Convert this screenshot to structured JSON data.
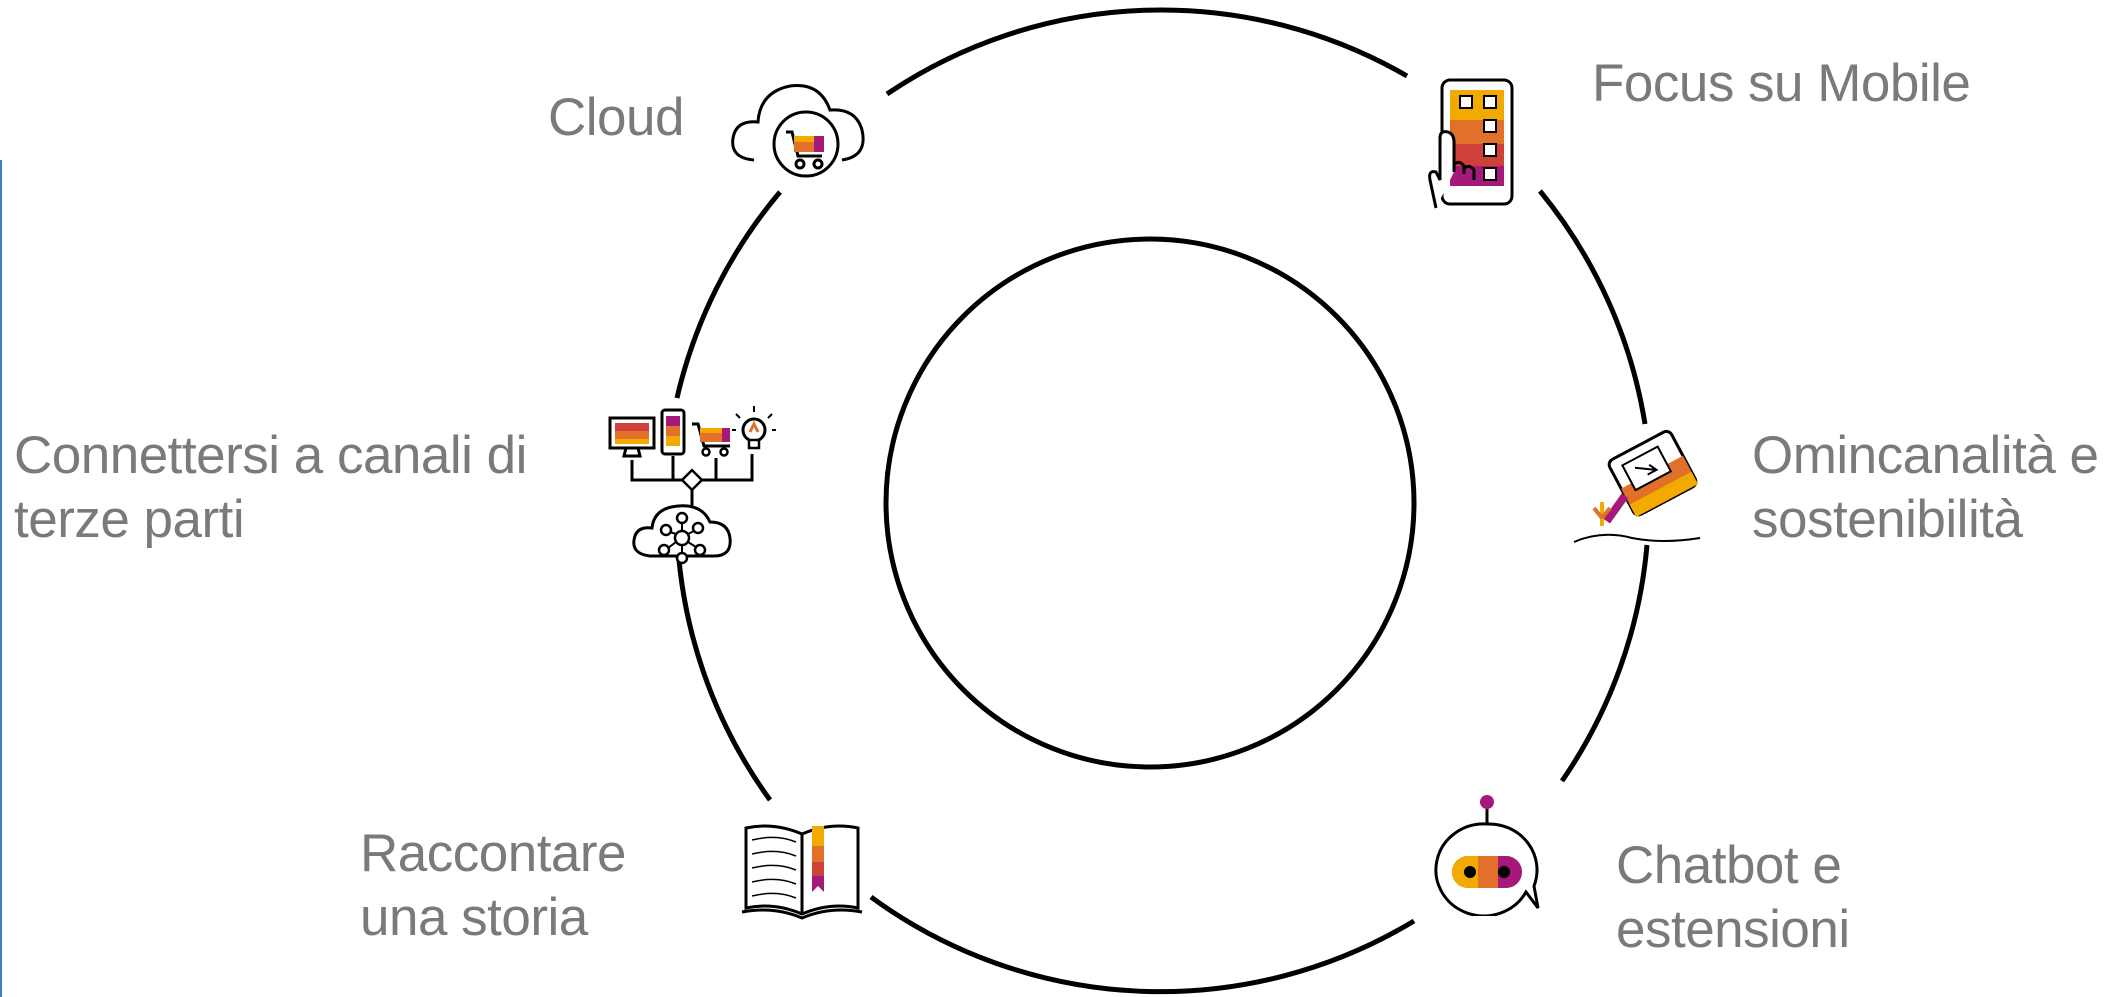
{
  "diagram": {
    "nodes": [
      {
        "id": "cloud",
        "label_lines": [
          "Cloud"
        ],
        "icon": "cloud-cart-icon"
      },
      {
        "id": "mobile",
        "label_lines": [
          "Focus su Mobile"
        ],
        "icon": "mobile-checklist-hand-icon"
      },
      {
        "id": "omni",
        "label_lines": [
          "Omincanalità e",
          "sostenibilità"
        ],
        "icon": "watering-can-sprout-icon"
      },
      {
        "id": "chatbot",
        "label_lines": [
          "Chatbot e",
          "estensioni"
        ],
        "icon": "chatbot-bubble-icon"
      },
      {
        "id": "story",
        "label_lines": [
          "Raccontare",
          "una storia"
        ],
        "icon": "open-book-icon"
      },
      {
        "id": "channels",
        "label_lines": [
          "Connettersi a canali di",
          "terze parti"
        ],
        "icon": "connected-channels-network-icon"
      }
    ]
  },
  "colors": {
    "label": "#7a7a7a",
    "stroke": "#000000",
    "accent_yellow": "#f2a900",
    "accent_orange": "#e0702a",
    "accent_red": "#d0403a",
    "accent_magenta": "#a5197b",
    "left_edge": "#3f7fc6"
  }
}
